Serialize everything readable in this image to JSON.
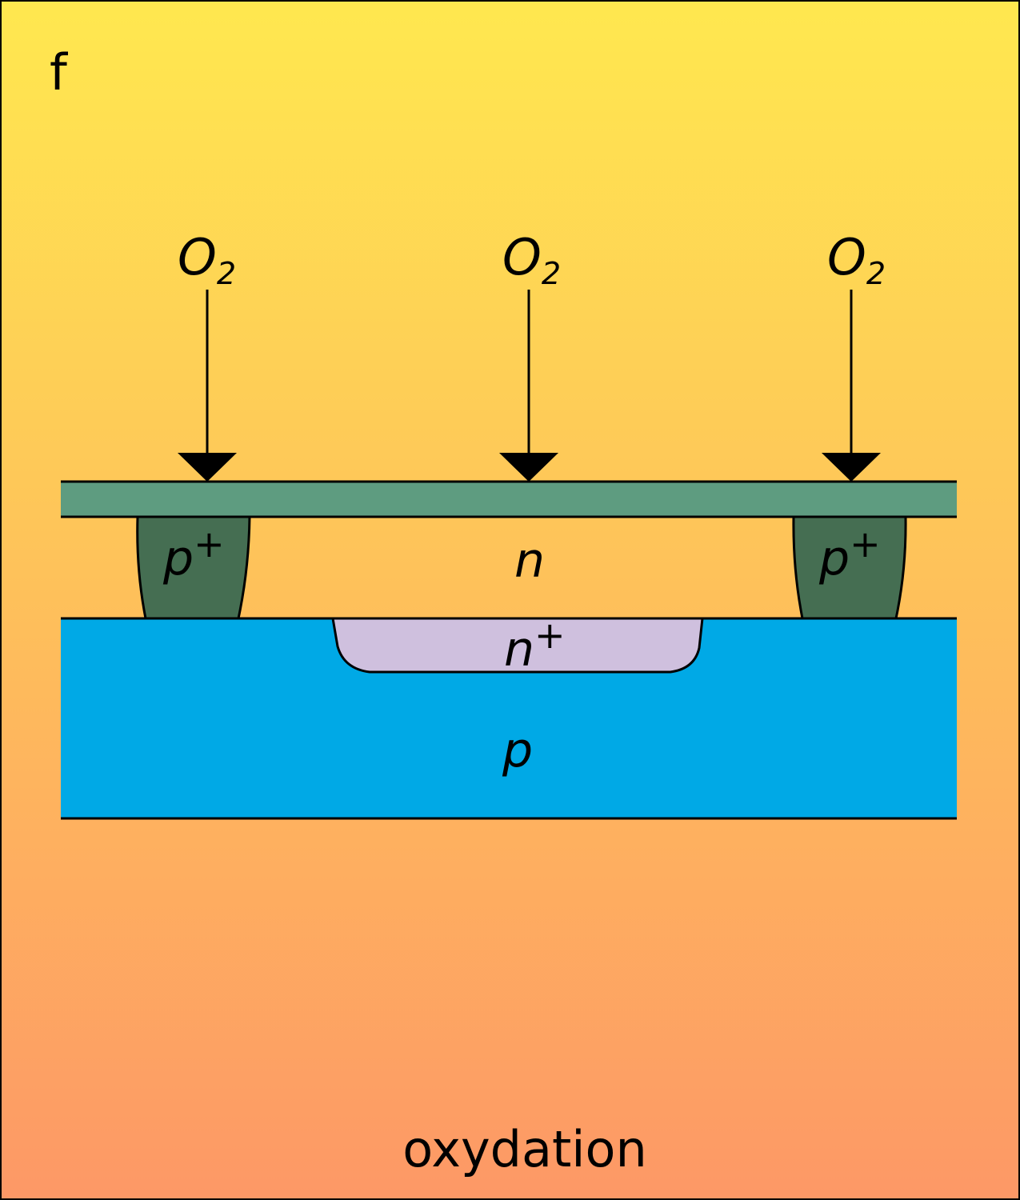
{
  "panel_label": "f",
  "caption": "oxydation",
  "gas": {
    "base": "O",
    "subscript": "2"
  },
  "regions": {
    "n_layer": "n",
    "n_plus": {
      "base": "n",
      "sup": "+"
    },
    "p_plus": {
      "base": "p",
      "sup": "+"
    },
    "p_substrate": "p"
  },
  "colors": {
    "background_top": "#FFE84F",
    "background_bottom": "#FD9866",
    "oxide": "#5E9C80",
    "p_plus": "#456E52",
    "n_plus": "#CFC0DE",
    "p_substrate": "#00A9E6",
    "outline": "#000000"
  }
}
